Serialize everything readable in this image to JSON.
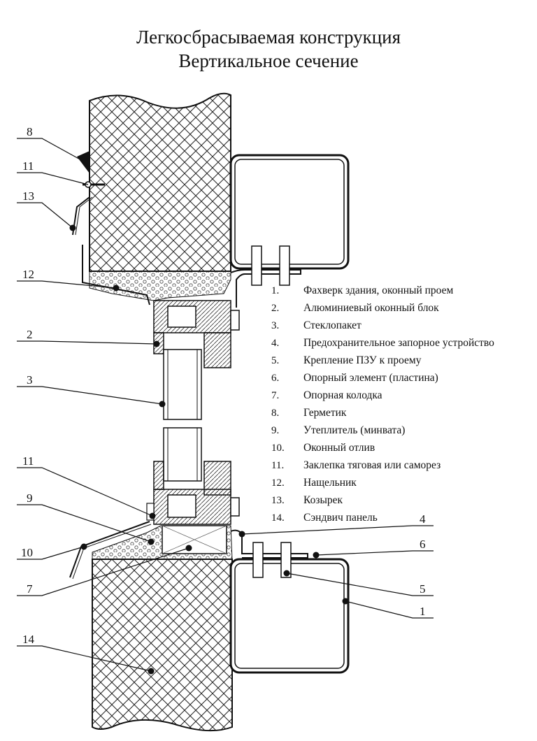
{
  "title": {
    "line1": "Легкосбрасываемая конструкция",
    "line2": "Вертикальное сечение"
  },
  "legend": [
    {
      "num": "1.",
      "text": "Фахверк здания, оконный проем"
    },
    {
      "num": "2.",
      "text": "Алюминиевый оконный блок"
    },
    {
      "num": "3.",
      "text": "Стеклопакет"
    },
    {
      "num": "4.",
      "text": "Предохранительное запорное устройство"
    },
    {
      "num": "5.",
      "text": "Крепление ПЗУ к проему"
    },
    {
      "num": "6.",
      "text": "Опорный элемент (пластина)"
    },
    {
      "num": "7.",
      "text": "Опорная колодка"
    },
    {
      "num": "8.",
      "text": "Герметик"
    },
    {
      "num": "9.",
      "text": "Утеплитель (минвата)"
    },
    {
      "num": "10.",
      "text": "Оконный отлив"
    },
    {
      "num": "11.",
      "text": "Заклепка тяговая или саморез"
    },
    {
      "num": "12.",
      "text": "Нащельник"
    },
    {
      "num": "13.",
      "text": "Козырек"
    },
    {
      "num": "14.",
      "text": "Сэндвич панель"
    }
  ],
  "callouts": {
    "c8": "8",
    "c11_top": "11",
    "c13": "13",
    "c12": "12",
    "c2": "2",
    "c3": "3",
    "c11_bottom": "11",
    "c9": "9",
    "c10": "10",
    "c7": "7",
    "c14": "14",
    "c4": "4",
    "c6": "6",
    "c5": "5",
    "c1": "1"
  }
}
